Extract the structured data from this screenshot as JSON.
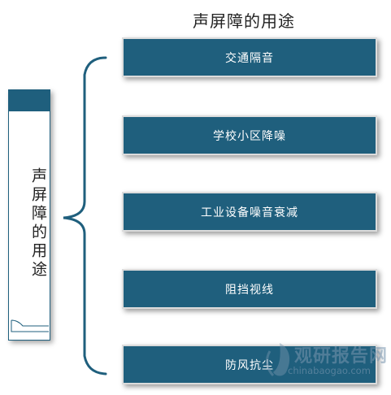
{
  "title": "声屏障的用途",
  "left_label": "声屏障的用途",
  "items": [
    {
      "label": "交通隔音"
    },
    {
      "label": "学校小区降噪"
    },
    {
      "label": "工业设备噪音衰减"
    },
    {
      "label": "阻挡视线"
    },
    {
      "label": "防风抗尘"
    }
  ],
  "watermark": {
    "main": "观研报告网",
    "sub": "chinabaogao.com"
  },
  "colors": {
    "box": "#1f5f7d",
    "bracket": "#1f5f7d"
  }
}
